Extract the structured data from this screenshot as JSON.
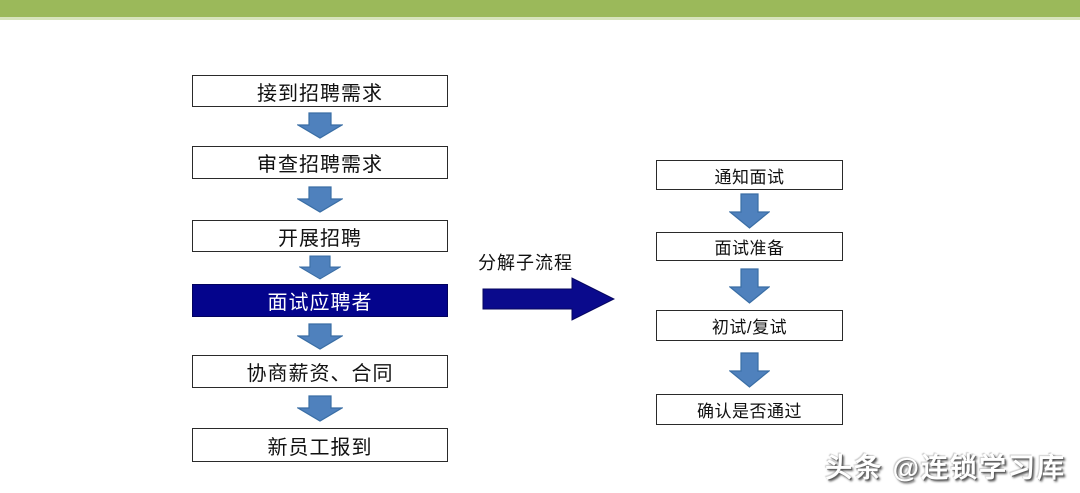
{
  "page": {
    "background": "#ffffff",
    "top_bar_color": "#9BB95A",
    "top_bar_accent_color": "#D7E4BC"
  },
  "colors": {
    "small_arrow_fill": "#4F81BD",
    "small_arrow_border": "#3A6EA5",
    "navy": "#04048C",
    "box_border": "#2a2a2a",
    "text": "#111111"
  },
  "main_flow": {
    "steps": [
      {
        "label": "接到招聘需求",
        "highlighted": false
      },
      {
        "label": "审查招聘需求",
        "highlighted": false
      },
      {
        "label": "开展招聘",
        "highlighted": false
      },
      {
        "label": "面试应聘者",
        "highlighted": true
      },
      {
        "label": "协商薪资、合同",
        "highlighted": false
      },
      {
        "label": "新员工报到",
        "highlighted": false
      }
    ]
  },
  "connector": {
    "label": "分解子流程"
  },
  "sub_flow": {
    "steps": [
      {
        "label": "通知面试"
      },
      {
        "label": "面试准备"
      },
      {
        "label": "初试/复试"
      },
      {
        "label": "确认是否通过"
      }
    ]
  },
  "watermark": {
    "text": "头条 @连锁学习库"
  }
}
